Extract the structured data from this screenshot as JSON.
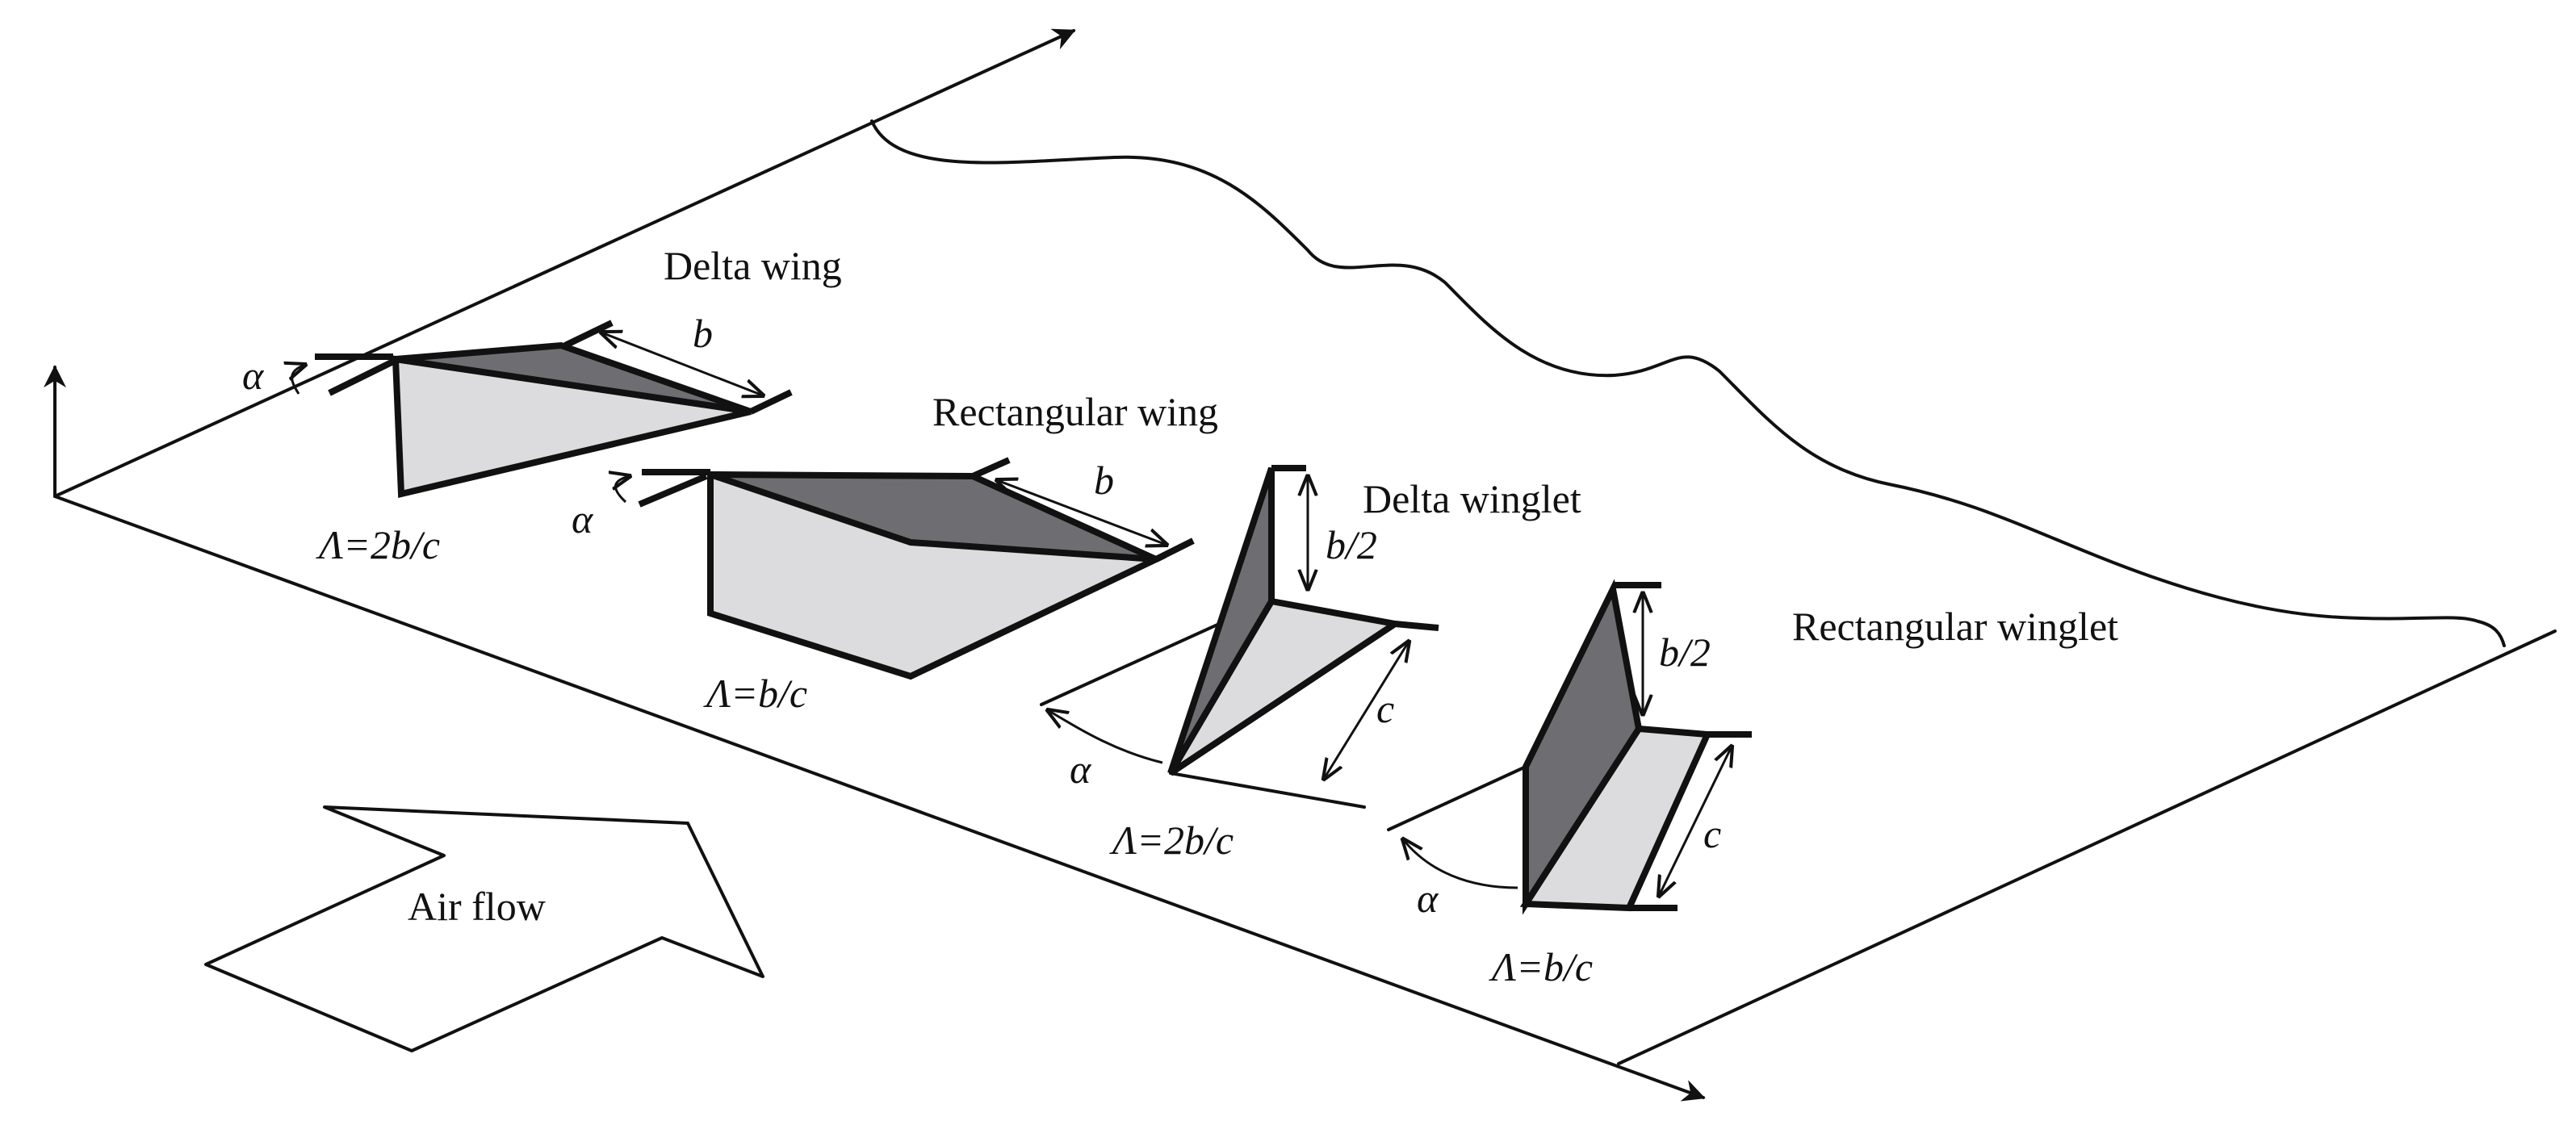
{
  "labels": {
    "delta_wing": "Delta wing",
    "rectangular_wing": "Rectangular wing",
    "delta_winglet": "Delta winglet",
    "rectangular_winglet": "Rectangular winglet",
    "air_flow": "Air flow"
  },
  "aspect_ratios": {
    "delta_wing": "Λ=2b/c",
    "rectangular_wing": "Λ=b/c",
    "delta_winglet": "Λ=2b/c",
    "rectangular_winglet": "Λ=b/c"
  },
  "symbols": {
    "angle": "α",
    "span": "b",
    "half_span": "b/2",
    "chord": "c"
  },
  "colors": {
    "dark_face": "#6e6e72",
    "light_face": "#dcdcde",
    "line": "#111111"
  }
}
